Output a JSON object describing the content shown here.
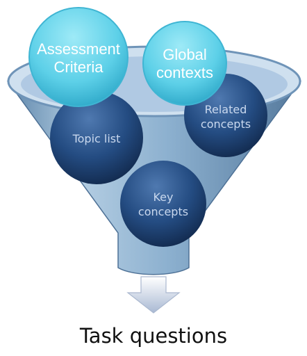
{
  "diagram": {
    "funnel_items": {
      "topic_list": "Topic list",
      "related_concepts_line1": "Related",
      "related_concepts_line2": "concepts",
      "key_concepts_line1": "Key",
      "key_concepts_line2": "concepts",
      "assessment_criteria_line1": "Assessment",
      "assessment_criteria_line2": "Criteria",
      "global_contexts_line1": "Global",
      "global_contexts_line2": "contexts"
    },
    "output_label": "Task questions"
  },
  "colors": {
    "funnel": "#7fa6c6",
    "dark_ball": "#1f4679",
    "light_ball": "#5fd3ea",
    "arrow": "#c8d4e6"
  }
}
